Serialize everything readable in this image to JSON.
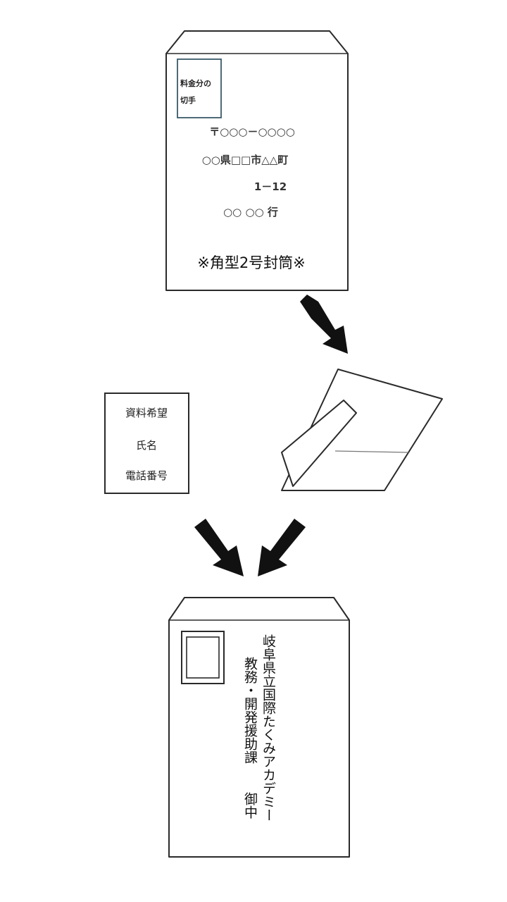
{
  "return_envelope": {
    "stamp_label_line1": "料金分の",
    "stamp_label_line2": "切手",
    "postal_code": "〒○○○－○○○○",
    "address_line": "○○県□□市△△町",
    "address_number": "1－12",
    "recipient": "○○ ○○ 行",
    "size_note": "※角型2号封筒※"
  },
  "request_card": {
    "line1": "資料希望",
    "line2": "氏名",
    "line3": "電話番号"
  },
  "outgoing_envelope": {
    "address_line": "岐阜県立国際たくみアカデミー",
    "department_line": "教務・開発援助課",
    "honorific": "御中"
  },
  "colors": {
    "stroke": "#2a2a2a",
    "stamp_border": "#3a5a6a",
    "arrow": "#111111"
  }
}
